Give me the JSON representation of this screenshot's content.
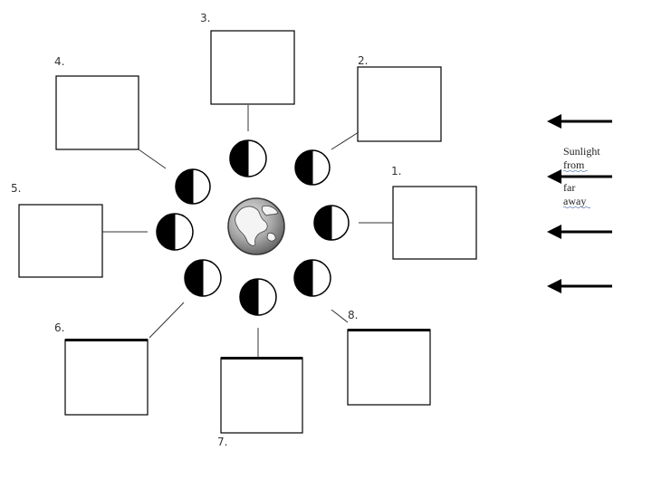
{
  "boxes": [
    {
      "number": "1.",
      "label": ""
    },
    {
      "number": "2.",
      "label": ""
    },
    {
      "number": "3.",
      "label": ""
    },
    {
      "number": "4.",
      "label": ""
    },
    {
      "number": "5.",
      "label": ""
    },
    {
      "number": "6.",
      "label": ""
    },
    {
      "number": "7.",
      "label": ""
    },
    {
      "number": "8.",
      "label": ""
    }
  ],
  "sunlight": {
    "lines": [
      "Sunlight",
      "from",
      "far",
      "away"
    ],
    "arrow_count": 4
  },
  "icons": {
    "center": "earth-icon",
    "moon": "moon-phase-icon",
    "arrow": "arrow-left-icon"
  },
  "colors": {
    "ink": "#000000",
    "moon_lit": "#ffffff",
    "moon_dark": "#000000"
  }
}
